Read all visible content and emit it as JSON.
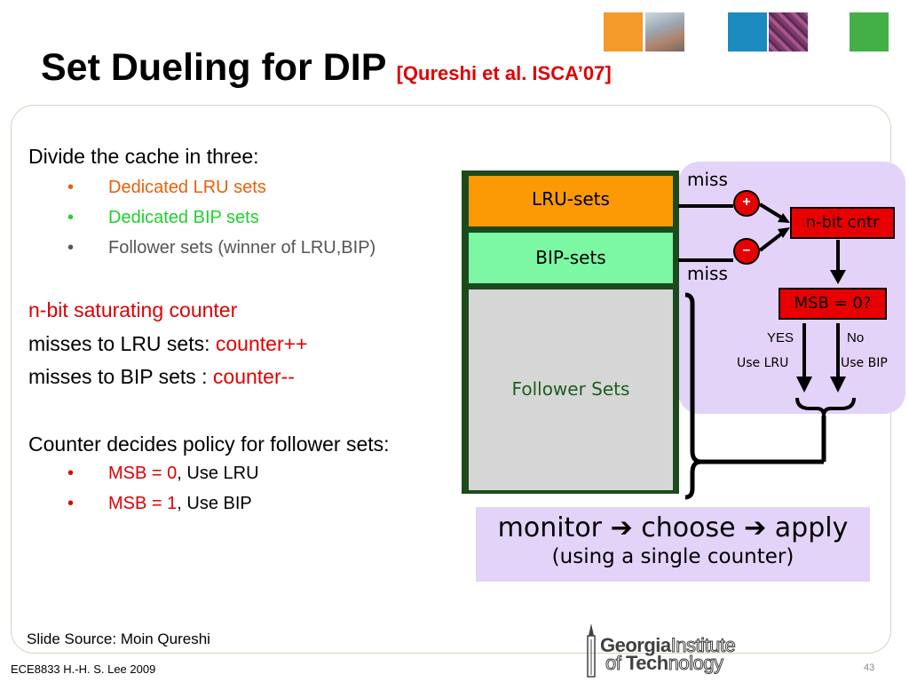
{
  "slide": {
    "title": "Set Dueling for DIP ",
    "citation": "[Qureshi et al. ISCA’07]",
    "intro": "Divide the cache in three:",
    "bullets": [
      {
        "text": "Dedicated LRU sets",
        "color": "#e8600a"
      },
      {
        "text": "Dedicated BIP sets",
        "color": "#1fd12a"
      },
      {
        "text": "Follower sets (winner of LRU,BIP)",
        "color": "#555555"
      }
    ],
    "counter_heading": "n-bit saturating counter",
    "lru_miss_prefix": "misses to LRU sets: ",
    "lru_miss_action": "counter++",
    "bip_miss_prefix": "misses to BIP sets : ",
    "bip_miss_action": "counter--",
    "policy_intro": "Counter decides policy for follower sets:",
    "policy_bullets": [
      {
        "cond": "MSB = 0",
        "rest": ", Use LRU"
      },
      {
        "cond": "MSB = 1",
        "rest": ", Use BIP"
      }
    ],
    "bullet_glyph": "•",
    "source": "Slide Source: Moin Qureshi",
    "footer": "ECE8833  H.-H. S. Lee  2009",
    "page_number": "43"
  },
  "diagram": {
    "lru_sets": "LRU-sets",
    "bip_sets": "BIP-sets",
    "follower_sets": "Follower Sets",
    "miss_top": "miss",
    "miss_bottom": "miss",
    "plus": "+",
    "minus": "–",
    "counter": "n-bit cntr",
    "msb_check": "MSB = 0?",
    "yes": "YES",
    "no": "No",
    "use_lru": "Use LRU",
    "use_bip": "Use BIP"
  },
  "summary": {
    "monitor": "monitor",
    "choose": "choose",
    "apply": "apply",
    "arrow": "➔",
    "note": "(using a single counter)"
  },
  "logo": {
    "line1_bold": "Georgia",
    "line1_outline": "Institute",
    "line2_outline1": "of ",
    "line2_bold": "Tech",
    "line2_outline2": "nology"
  },
  "colors": {
    "title_citation": "#e00000",
    "counter_box": "#e80000",
    "lru_box": "#fc9a05",
    "bip_box": "#7cf7a4",
    "follower_box": "#d6d6d6",
    "diagram_background": "#e3d3f8"
  }
}
